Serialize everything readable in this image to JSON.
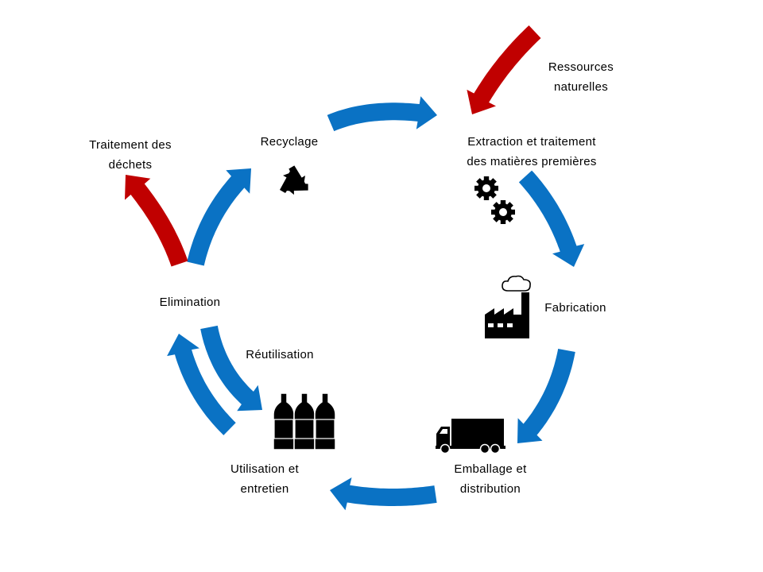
{
  "colors": {
    "cycle_arrow": "#0a72c4",
    "external_arrow": "#c00000",
    "icon": "#000000",
    "background": "#ffffff"
  },
  "nodes": {
    "resources": {
      "line1": "Ressources",
      "line2": "naturelles"
    },
    "extraction": {
      "line1": "Extraction et traitement",
      "line2": "des matières premières",
      "icon": "gears-icon"
    },
    "fabrication": {
      "label": "Fabrication",
      "icon": "factory-icon"
    },
    "distribution": {
      "line1": "Emballage et",
      "line2": "distribution",
      "icon": "truck-icon"
    },
    "usage": {
      "line1": "Utilisation et",
      "line2": "entretien",
      "icon": "bottles-icon"
    },
    "reuse": {
      "label": "Réutilisation"
    },
    "elimination": {
      "label": "Elimination"
    },
    "waste": {
      "line1": "Traitement des",
      "line2": "déchets"
    },
    "recycling": {
      "label": "Recyclage",
      "icon": "recycle-icon"
    }
  }
}
